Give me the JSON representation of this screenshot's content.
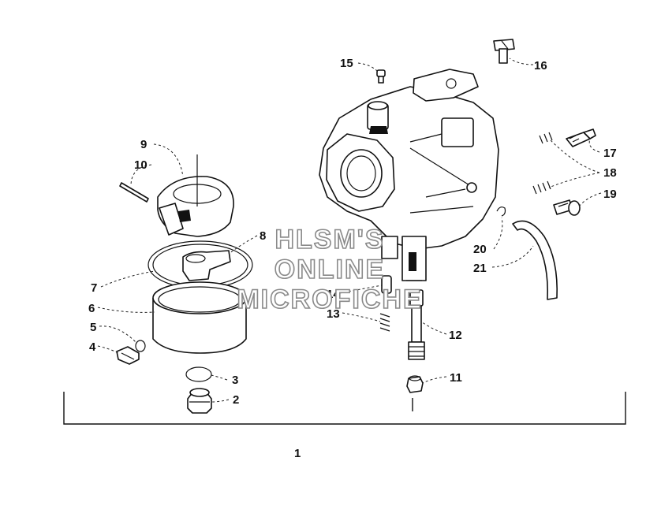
{
  "labels": {
    "p1": "1",
    "p2": "2",
    "p3": "3",
    "p4": "4",
    "p5": "5",
    "p6": "6",
    "p7": "7",
    "p8": "8",
    "p9": "9",
    "p10": "10",
    "p11": "11",
    "p12": "12",
    "p13": "13",
    "p14": "14",
    "p15": "15",
    "p16": "16",
    "p17": "17",
    "p18": "18",
    "p19": "19",
    "p20": "20",
    "p21": "21"
  },
  "watermark": {
    "line1": "HLSM'S",
    "line2": "ONLINE",
    "line3": "MICROFICHE"
  }
}
